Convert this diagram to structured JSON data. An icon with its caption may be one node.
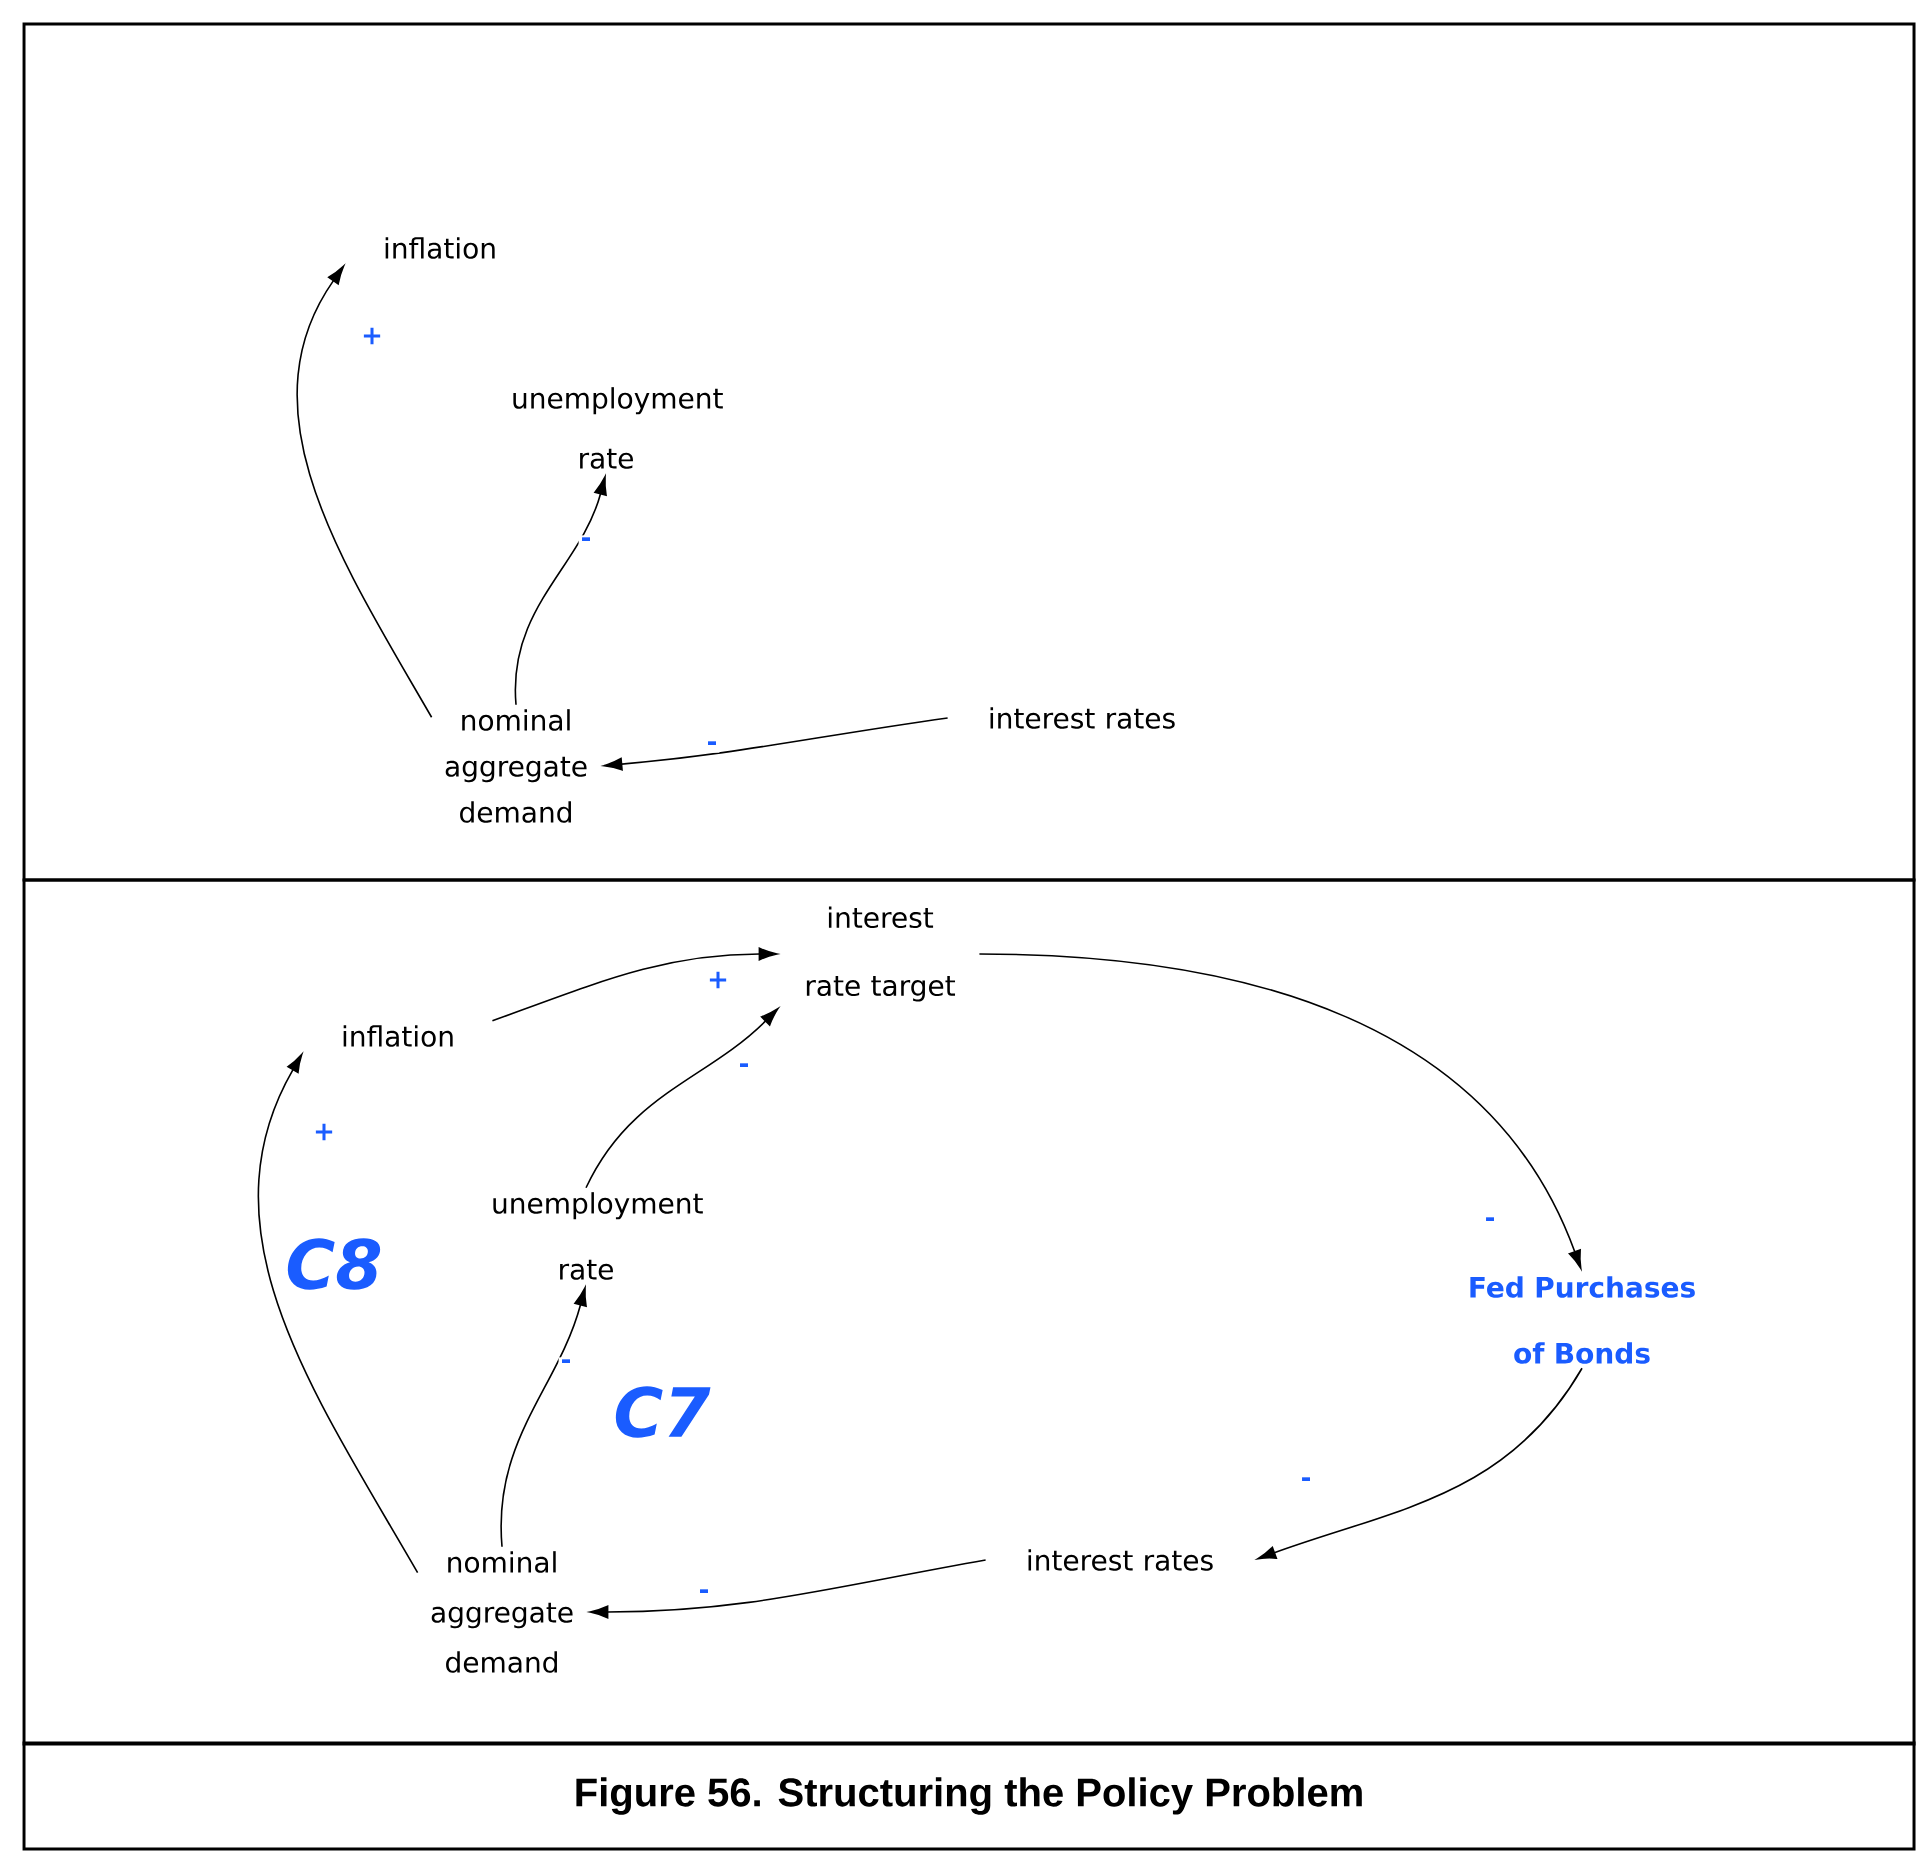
{
  "diagram": {
    "caption": "Figure 56.  Structuring the Policy Problem",
    "nodes": [
      {
        "text": [],
        "shape": "box"
      },
      {
        "text": [
          "inflation"
        ],
        "in": 0
      },
      {
        "text": [
          "unemployment rate"
        ],
        "in": 0
      },
      {
        "text": [
          "nominal aggregate demand"
        ],
        "in": 0
      },
      {
        "text": [
          "interest rates"
        ],
        "in": 0
      },
      {
        "text": [],
        "shape": "box"
      },
      {
        "text": [
          "interest rate target"
        ],
        "in": 5
      },
      {
        "text": [
          "inflation"
        ],
        "in": 5
      },
      {
        "text": [
          "unemployment rate"
        ],
        "in": 5
      },
      {
        "text": [
          "Fed Purchases of Bonds"
        ],
        "in": 5
      },
      {
        "text": [
          "nominal aggregate demand"
        ],
        "in": 5
      },
      {
        "text": [
          "interest rates"
        ],
        "in": 5
      }
    ],
    "edges": [
      {
        "from": 3,
        "to": 1,
        "arrow": "to",
        "label": "+"
      },
      {
        "from": 3,
        "to": 2,
        "arrow": "to",
        "label": "-"
      },
      {
        "from": 4,
        "to": 3,
        "arrow": "to",
        "label": "-"
      },
      {
        "from": 7,
        "to": 6,
        "arrow": "to",
        "label": "+"
      },
      {
        "from": 8,
        "to": 6,
        "arrow": "to",
        "label": "-"
      },
      {
        "from": 6,
        "to": 9,
        "arrow": "to",
        "label": "-"
      },
      {
        "from": 9,
        "to": 11,
        "arrow": "to",
        "label": "-"
      },
      {
        "from": 11,
        "to": 10,
        "arrow": "to",
        "label": "-"
      },
      {
        "from": 10,
        "to": 8,
        "arrow": "to",
        "label": "-"
      },
      {
        "from": 10,
        "to": 7,
        "arrow": "to",
        "label": "+"
      }
    ],
    "labels": [
      "C8",
      "C7"
    ]
  }
}
